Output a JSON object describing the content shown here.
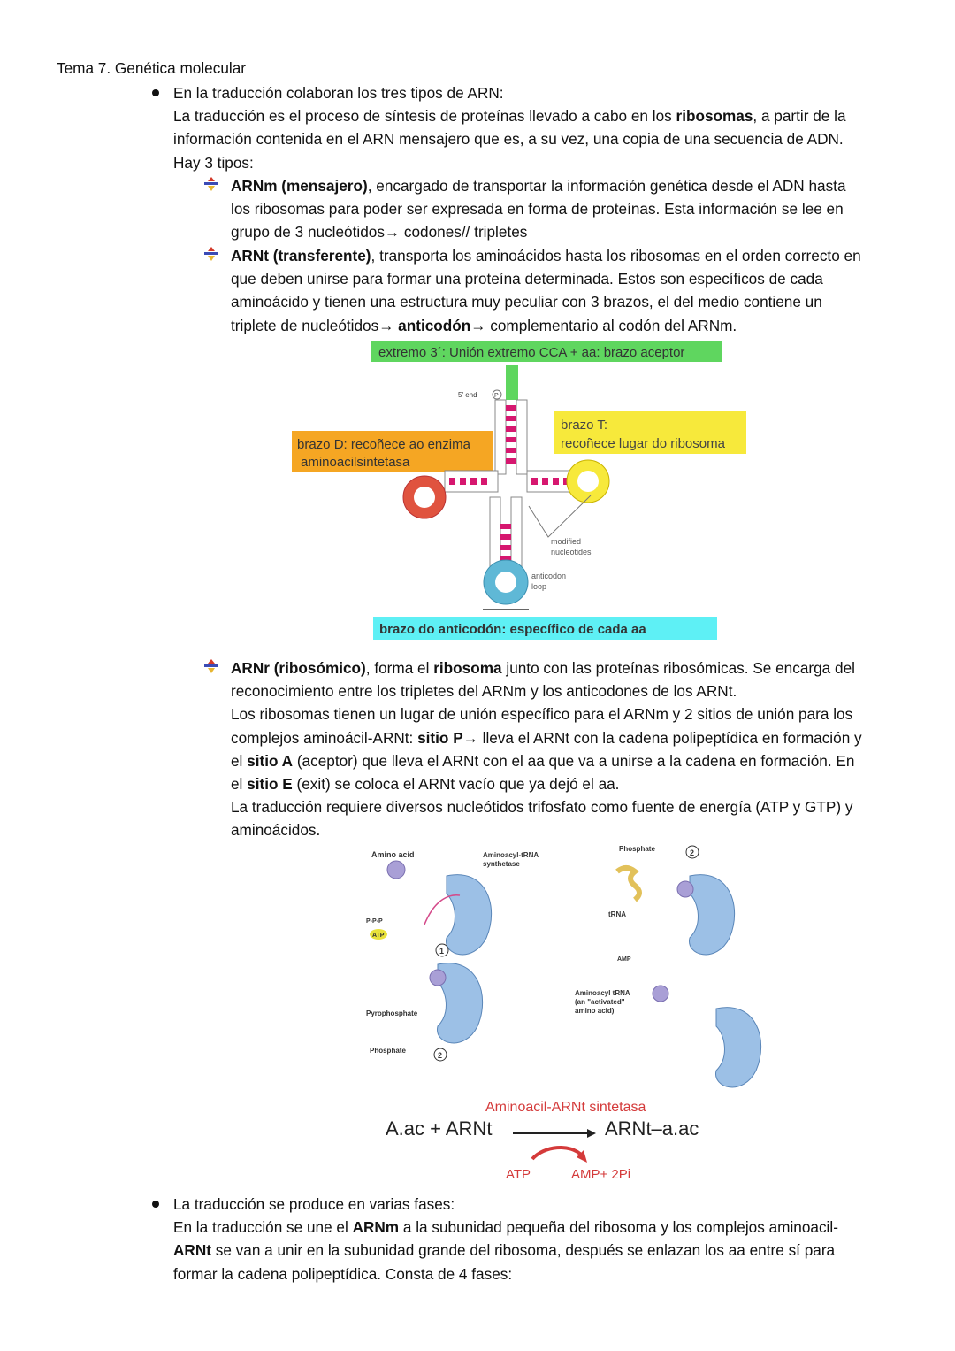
{
  "header": {
    "title": "Tema 7. Genética molecular"
  },
  "bullet1": {
    "heading": "En la traducción colaboran los tres tipos de ARN:",
    "p1_a": "La traducción es el proceso de síntesis de proteínas llevado a cabo en los ",
    "p1_b": "ribosomas",
    "p1_c": ", a partir de la",
    "p2": "información contenida en el ARN mensajero que es, a su vez, una copia de una secuencia de ADN.",
    "p3": "Hay 3 tipos:"
  },
  "arnm": {
    "bold": "ARNm (mensajero)",
    "l1": ", encargado de transportar la información genética desde el ADN hasta",
    "l2": "los ribosomas para poder ser expresada en forma de proteínas. Esta información se lee en",
    "l3": "grupo de 3 nucleótidos→ codones// tripletes"
  },
  "arnt": {
    "bold": "ARNt (transferente)",
    "l1": ", transporta los aminoácidos hasta los ribosomas en el orden correcto en",
    "l2": "que deben unirse para formar una proteína determinada. Estos son específicos de cada",
    "l3": "aminoácido y tienen una estructura muy peculiar con 3 brazos, el del medio contiene un",
    "l4_a": "triplete de nucleótidos→ ",
    "l4_b": "anticodón→",
    "l4_c": " complementario al codón del ARNm."
  },
  "trna_figure": {
    "label_acceptor": "extremo 3´: Unión extremo  CCA + aa: brazo aceptor",
    "label_d_arm_1": "brazo D: recoñece ao enzima",
    "label_d_arm_2": "aminoacilsintetasa",
    "label_t_arm_1": "brazo T:",
    "label_t_arm_2": "recoñece lugar do ribosoma",
    "label_anticodon_arm": "brazo do anticodón: específico de cada aa",
    "five_end": "5' end",
    "phosphate_p": "P",
    "modified_1": "modified",
    "modified_2": "nucleotides",
    "anticodon_1": "anticodon",
    "anticodon_2": "loop",
    "colors": {
      "green": "#5fd65f",
      "orange": "#f5a623",
      "yellow": "#f7e93b",
      "cyan": "#5ef0f5",
      "magenta": "#d6176f",
      "red": "#e0533f",
      "blue": "#5fb8d6"
    }
  },
  "arnr": {
    "bold1": "ARNr (ribosómico)",
    "l1_a": ", forma el ",
    "l1_b": "ribosoma",
    "l1_c": " junto con las proteínas ribosómicas. Se encarga del",
    "l2": "reconocimiento entre los tripletes del ARNm y los anticodones de los ARNt.",
    "l3": "Los ribosomas tienen un lugar de unión específico para el ARNm y 2 sitios de unión para los",
    "l4_a": "complejos aminoácil-ARNt: ",
    "l4_b": "sitio P→",
    "l4_c": " lleva el ARNt con la cadena polipeptídica en formación y",
    "l5_a": "el ",
    "l5_b": "sitio A",
    "l5_c": " (aceptor) que lleva el ARNt con el aa que va a unirse a la cadena en formación. En",
    "l6_a": "el ",
    "l6_b": "sitio E",
    "l6_c": " (exit) se coloca el ARNt vacío que ya dejó el aa.",
    "l7": "La traducción requiere diversos nucleótidos trifosfato como fuente de energía (ATP y GTP) y",
    "l8": "aminoácidos."
  },
  "synthetase_figure": {
    "amino_acid": "Amino acid",
    "synthetase_1": "Aminoacyl-tRNA",
    "synthetase_2": "synthetase",
    "atp": "ATP",
    "ppp": "P-P-P",
    "pyrophosphate": "Pyrophosphate",
    "phosphate_left": "Phosphate",
    "phosphate_right": "Phosphate",
    "trna": "tRNA",
    "amp": "AMP",
    "aminoacyl_1": "Aminoacyl tRNA",
    "aminoacyl_2": "(an \"activated\"",
    "aminoacyl_3": "amino acid)",
    "step1": "1",
    "step2": "2",
    "step2b": "2",
    "enzyme_label": "Aminoacil-ARNt sintetasa",
    "reactant": "A.ac + ARNt",
    "product": "ARNt–a.ac",
    "atp_label": "ATP",
    "amp_label": "AMP+ 2Pi"
  },
  "bullet2": {
    "heading": "La traducción se produce en varias fases:",
    "l1_a": "En la traducción se une el ",
    "l1_b": "ARNm",
    "l1_c": " a la subunidad pequeña del ribosoma y los complejos aminoacil-",
    "l2_a": "ARNt",
    "l2_b": " se van a unir en la subunidad grande del ribosoma, después se enlazan los aa entre sí para",
    "l3": "formar la cadena polipeptídica. Consta de 4 fases:"
  }
}
